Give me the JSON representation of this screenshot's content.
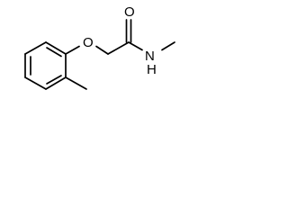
{
  "diagram": {
    "type": "skeletal-structure",
    "atoms": {
      "oxygen_ether": "O",
      "oxygen_carbonyl": "O",
      "amide_nitrogen": "N",
      "amide_hydrogen": "H"
    },
    "colors": {
      "bond": "#000000",
      "label": "#000000",
      "background": "#ffffff"
    }
  }
}
